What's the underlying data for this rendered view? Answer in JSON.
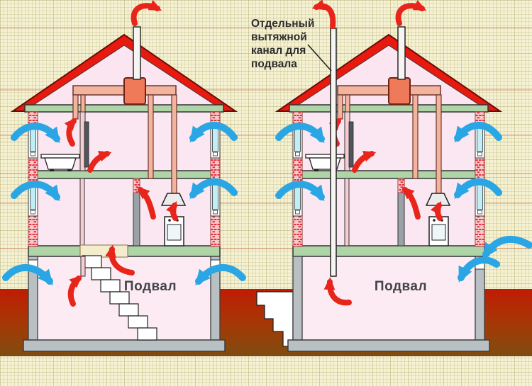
{
  "diagram": {
    "annotation_label": "Отдельный\nвытяжной\nканал для\nподвала",
    "left_house": {
      "basement_label": "Подвал"
    },
    "right_house": {
      "basement_label": "Подвал"
    }
  },
  "colors": {
    "roof": "#e8190f",
    "room_fill": "#fbe7f1",
    "floor_slab": "#aed4a8",
    "duct": "#f2b49e",
    "collector_box": "#ef7a5a",
    "window_glass": "#bfeef7",
    "warm_air_arrow": "#e8251a",
    "fresh_air_arrow": "#2aa6e4",
    "ground_top": "#c01c03",
    "ground_bottom": "#7e4c10",
    "paper": "#f5f1d3"
  }
}
